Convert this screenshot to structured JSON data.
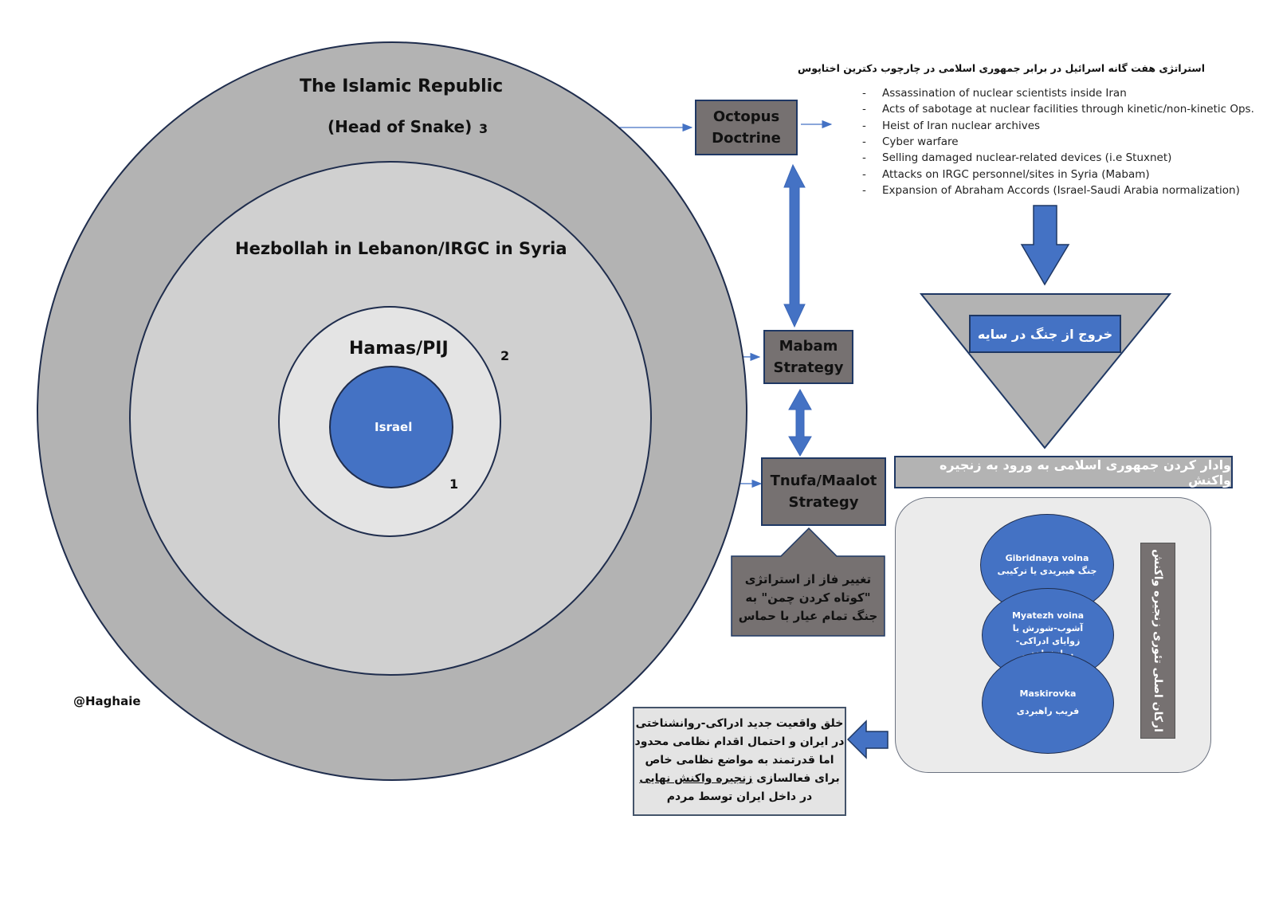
{
  "circles": {
    "outer": {
      "title": "The Islamic Republic",
      "subtitle": "(Head of Snake)"
    },
    "middle": {
      "title": "Hezbollah in Lebanon/IRGC in Syria"
    },
    "inner": {
      "title": "Hamas/PIJ"
    },
    "core": {
      "title": "Israel"
    }
  },
  "markers": {
    "one": "1",
    "two": "2",
    "three": "3"
  },
  "strategies": {
    "octopus": {
      "line1": "Octopus",
      "line2": "Doctrine"
    },
    "mabam": {
      "line1": "Mabam",
      "line2": "Strategy"
    },
    "tnufa": {
      "line1": "Tnufa/Maalot",
      "line2": "Strategy"
    }
  },
  "phase_change": {
    "lines": [
      "تغییر فاز از استراتژی",
      "\"کوتاه کردن چمن\" به",
      "جنگ تمام عیار با حماس"
    ]
  },
  "octopus_list": {
    "heading": "استراتژی هفت گانه اسرائیل در برابر جمهوری اسلامی در چارچوب دکترین اختاپوس",
    "items": [
      "Assassination of nuclear scientists inside Iran",
      "Acts of sabotage at nuclear facilities through kinetic/non-kinetic Ops.",
      "Heist of Iran nuclear archives",
      "Cyber warfare",
      "Selling damaged nuclear-related devices (i.e Stuxnet)",
      "Attacks on IRGC personnel/sites in Syria (Mabam)",
      "Expansion of Abraham Accords (Israel-Saudi Arabia normalization)"
    ]
  },
  "funnel": {
    "label": "خروج از جنگ در سایه",
    "banner": "وادار کردن جمهوری اسلامی به ورود به زنجیره واکنش"
  },
  "theory_panel": {
    "side_label": "ارکان اصلی تئوری زنجیره واکنش",
    "ellipses": [
      {
        "en": "Gibridnaya voina",
        "fa": "جنگ هیبریدی یا ترکیبی"
      },
      {
        "en": "Myatezh voina",
        "fa": "آشوب-شورش با زوایای ادراکی-روانشناختی"
      },
      {
        "en": "Maskirovka",
        "fa": "فریب راهبردی"
      }
    ]
  },
  "outcome_box": {
    "lines": [
      "خلق واقعیت جدید ادراکی-روانشناختی",
      "در ایران و احتمال اقدام نظامی محدود",
      "اما قدرتمند به مواضع نظامی خاص",
      "برای فعالسازی",
      "زنجیره واکنش نهایی",
      "در داخل ایران توسط مردم"
    ]
  },
  "credit": "@Haghaie",
  "colors": {
    "outer_ring": "#b3b3b3",
    "middle_ring": "#d0d0d0",
    "inner_ring": "#e4e4e4",
    "israel_blue": "#4472c4",
    "box_gray": "#767171",
    "border_navy": "#1f3864"
  }
}
